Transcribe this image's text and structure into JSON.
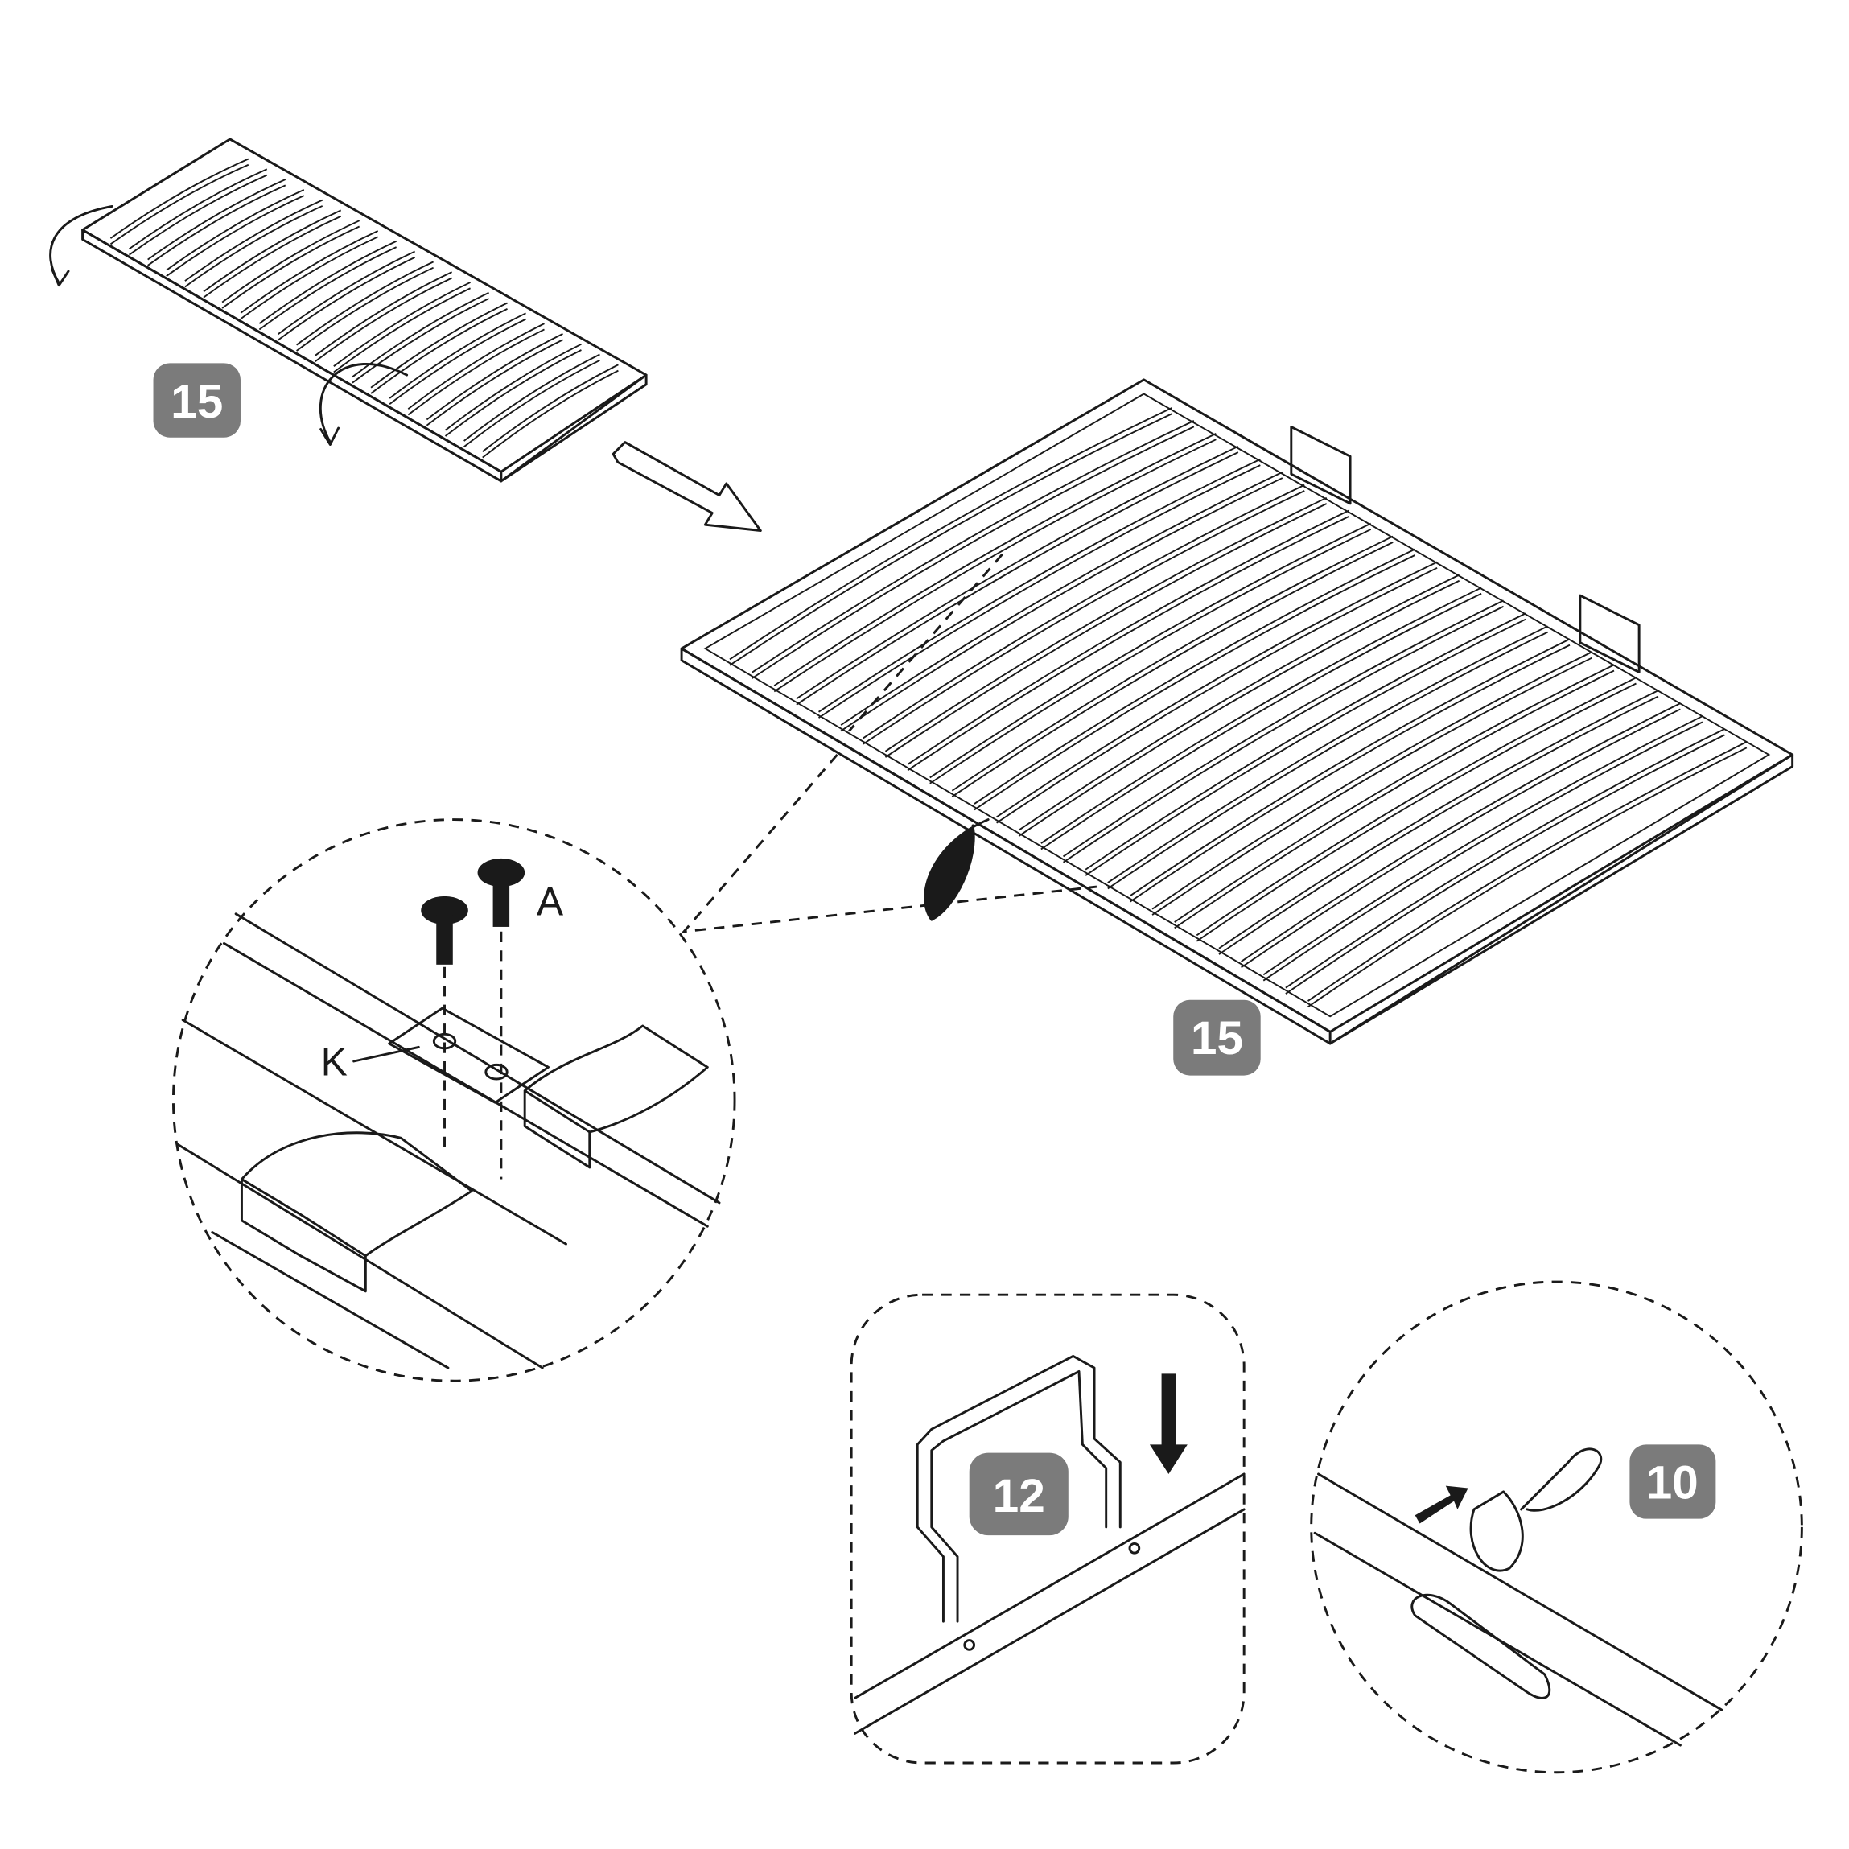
{
  "steps": {
    "folded_frame_badge": "15",
    "unfolded_frame_badge": "15",
    "leg_badge": "12",
    "strap_badge": "10"
  },
  "parts": {
    "screw_label": "A",
    "plate_label": "K"
  },
  "colors": {
    "badge": "#7b7b7b",
    "line": "#1a1a1a"
  }
}
